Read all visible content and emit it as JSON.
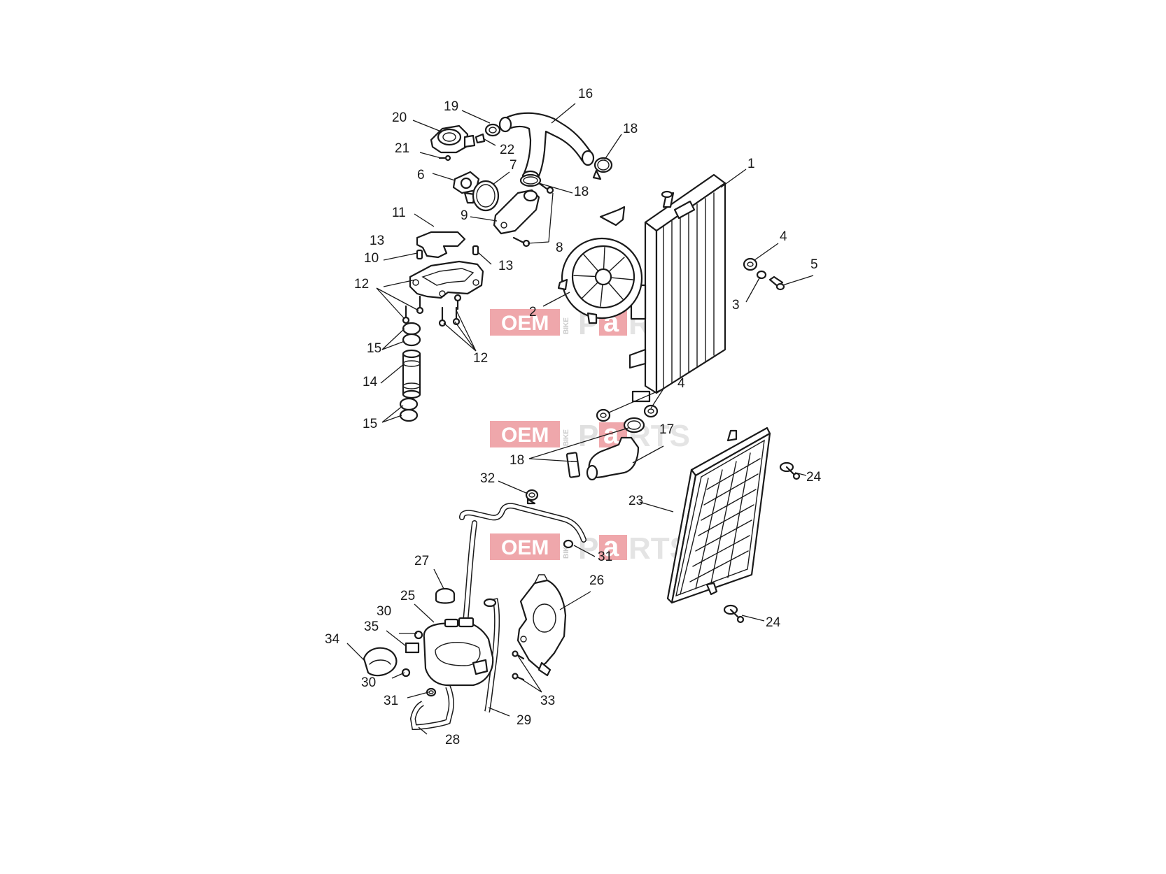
{
  "watermark": {
    "brand": "OEM",
    "sub": "BIKE",
    "word_p": "P",
    "word_a": "a",
    "word_rest": "RTS"
  },
  "callouts": {
    "c1": "1",
    "c2": "2",
    "c3": "3",
    "c4a": "4",
    "c4b": "4",
    "c5": "5",
    "c6": "6",
    "c7": "7",
    "c8": "8",
    "c9": "9",
    "c10": "10",
    "c11": "11",
    "c12a": "12",
    "c12b": "12",
    "c13a": "13",
    "c13b": "13",
    "c14": "14",
    "c15a": "15",
    "c15b": "15",
    "c16": "16",
    "c17": "17",
    "c18a": "18",
    "c18b": "18",
    "c18c": "18",
    "c19": "19",
    "c20": "20",
    "c21": "21",
    "c22": "22",
    "c23": "23",
    "c24a": "24",
    "c24b": "24",
    "c25": "25",
    "c26": "26",
    "c27": "27",
    "c28": "28",
    "c29": "29",
    "c30a": "30",
    "c30b": "30",
    "c31a": "31",
    "c31b": "31",
    "c32": "32",
    "c33": "33",
    "c34": "34",
    "c35": "35"
  },
  "colors": {
    "line": "#1a1a1a",
    "watermark_red": "#e98a8f",
    "watermark_grey": "#d9d9d9"
  }
}
